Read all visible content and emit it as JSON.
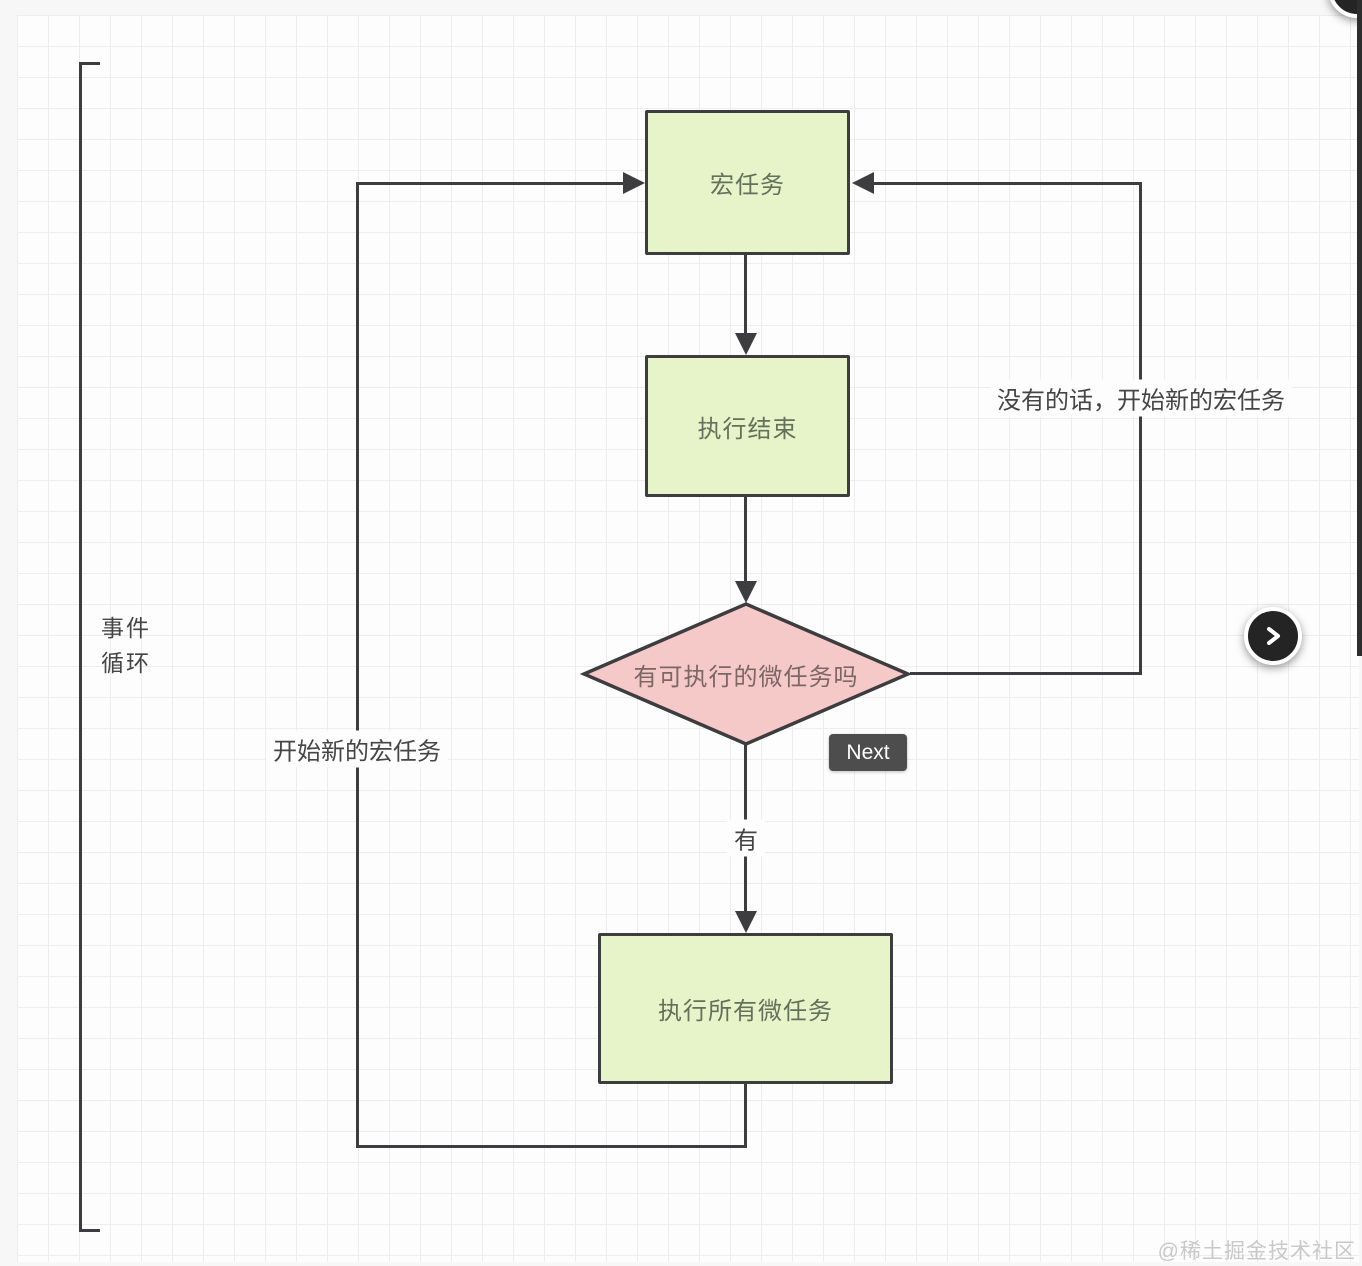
{
  "diagram": {
    "bracket": {
      "label_line1": "事件",
      "label_line2": "循环"
    },
    "nodes": {
      "macro_task": {
        "label": "宏任务",
        "shape": "rect",
        "fill": "#e7f4c9"
      },
      "execution_end": {
        "label": "执行结束",
        "shape": "rect",
        "fill": "#e7f4c9"
      },
      "has_microtasks": {
        "label": "有可执行的微任务吗",
        "shape": "diamond",
        "fill": "#f6c9c9"
      },
      "run_all_microtasks": {
        "label": "执行所有微任务",
        "shape": "rect",
        "fill": "#e7f4c9"
      }
    },
    "edge_labels": {
      "has": "有",
      "start_new_macro_left": "开始新的宏任务",
      "start_new_macro_right": "没有的话，开始新的宏任务"
    },
    "line_color": "#3d3d40"
  },
  "overlay": {
    "next_badge_label": "Next",
    "next_button_icon": "chevron-right"
  },
  "watermark": "@稀土掘金技术社区"
}
